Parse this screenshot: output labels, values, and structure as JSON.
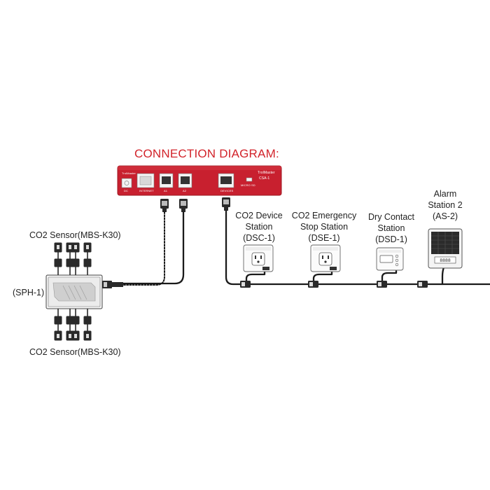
{
  "title": "CONNECTION DIAGRAM:",
  "controller": {
    "brand": "TrolMaster",
    "model": "CSA-1",
    "ports": {
      "dc": "DC",
      "internet": "INTERNET",
      "a1": "A1",
      "a2": "A2",
      "devices": "DEVICES",
      "micro_sd": "MICRO SD"
    }
  },
  "devices": {
    "dsc": {
      "line1": "CO2 Device",
      "line2": "Station",
      "line3": "(DSC-1)"
    },
    "dse": {
      "line1": "CO2 Emergency",
      "line2": "Stop Station",
      "line3": "(DSE-1)"
    },
    "dsd": {
      "line1": "Dry Contact",
      "line2": "Station",
      "line3": "(DSD-1)"
    },
    "as2": {
      "line1": "Alarm",
      "line2": "Station 2",
      "line3": "(AS-2)"
    }
  },
  "sensors": {
    "top_label": "CO2 Sensor(MBS-K30)",
    "bottom_label": "CO2 Sensor(MBS-K30)",
    "hub_label": "(SPH-1)"
  },
  "colors": {
    "controller_red": "#c8202f",
    "title_red": "#d2232a",
    "cable": "#1a1a1a"
  }
}
